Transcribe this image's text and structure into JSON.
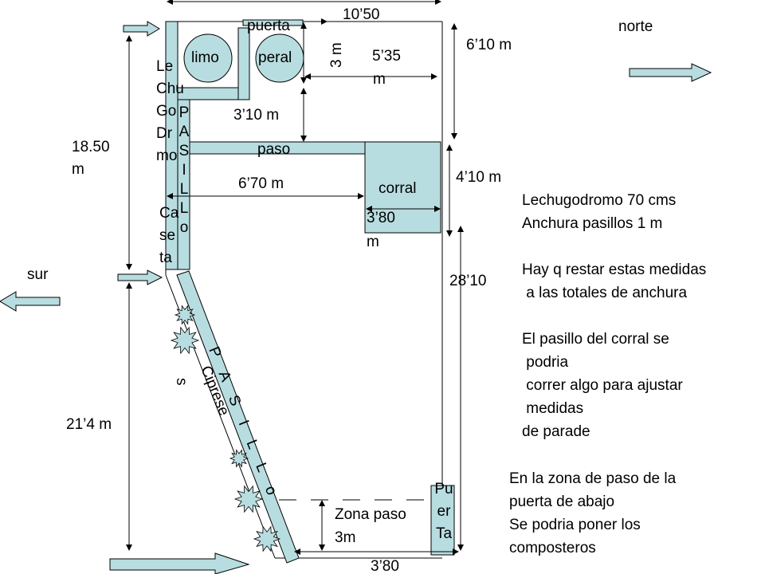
{
  "colors": {
    "fill": "#b8dde0",
    "stroke": "#000000",
    "dashed": "#7f7f7f"
  },
  "labels": {
    "total_width": "10’50",
    "puerta_top": "puerta",
    "limo": "limo",
    "peral": "peral",
    "three_m": "3 m",
    "w_535": "5’35",
    "w_535_unit": "m",
    "h_610": "6’10 m",
    "h_310": "3’10 m",
    "paso": "paso",
    "w_670": "6’70 m",
    "corral": "corral",
    "w_380_corral": "3’80",
    "w_380_corral_unit": "m",
    "h_410": "4’10 m",
    "h_1850": "18.50",
    "h_1850_unit": "m",
    "lechugodromo": "Le\nChu\nGo\nDr\nmo",
    "pasillo_vertical": "P\nA\nS\nI\nL\nL\no",
    "caseta": "Ca\nse\nta",
    "sur": "sur",
    "norte": "norte",
    "h_2810": "28’10",
    "h_214": "21’4 m",
    "pasillo_diagonal": "P A S I L L o",
    "cipreses": "Ciprese",
    "cipreses_s": "s",
    "zona_paso": "Zona paso",
    "zona_paso_value": "3m",
    "puerta_bottom": "Pu\ner\nTa",
    "w_380_bottom": "3’80"
  },
  "notes": [
    "Lechugodromo 70 cms\nAnchura pasillos 1 m\n\nHay q restar estas medidas\n a las totales de anchura\n\nEl pasillo del corral se\n podria\n correr algo para ajustar\n medidas\nde parade",
    "En la zona de paso de la\npuerta de abajo\nSe podria poner los\ncomposteros"
  ],
  "icons": {
    "tree": "starburst-tree-icon",
    "arrow": "block-arrow-icon"
  }
}
